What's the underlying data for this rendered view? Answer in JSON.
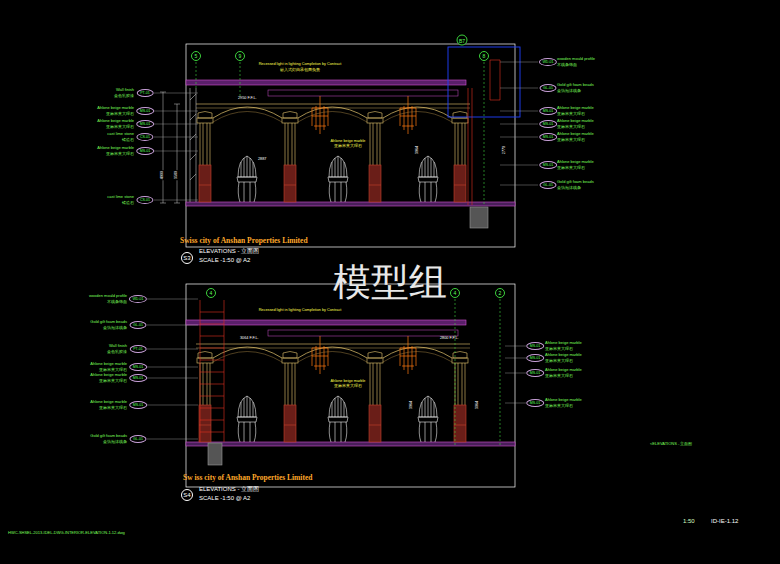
{
  "diagram": {
    "nodes": [
      {
        "text": [
          "S3"
        ]
      },
      {
        "text": [
          "S4"
        ]
      },
      {
        "text": [
          "5"
        ]
      },
      {
        "text": [
          "9"
        ]
      },
      {
        "text": [
          "B7"
        ]
      },
      {
        "text": [
          "8"
        ]
      },
      {
        "text": [
          "4"
        ]
      },
      {
        "text": [
          "4"
        ]
      },
      {
        "text": [
          "2"
        ]
      },
      {
        "text": [
          "PT-01"
        ]
      },
      {
        "text": [
          "MS-01"
        ]
      },
      {
        "text": [
          "MS-01"
        ]
      },
      {
        "text": [
          "CS-01"
        ]
      },
      {
        "text": [
          "MS-01"
        ]
      },
      {
        "text": [
          "CS-01"
        ]
      },
      {
        "text": [
          "WD-01"
        ]
      },
      {
        "text": [
          "GL-01"
        ]
      },
      {
        "text": [
          "MS-01"
        ]
      },
      {
        "text": [
          "MS-01"
        ]
      },
      {
        "text": [
          "MS-01"
        ]
      },
      {
        "text": [
          "MS-01"
        ]
      },
      {
        "text": [
          "GL-01"
        ]
      },
      {
        "text": [
          "WD-01"
        ]
      },
      {
        "text": [
          "GL-01"
        ]
      },
      {
        "text": [
          "PT-01"
        ]
      },
      {
        "text": [
          "MS-01"
        ]
      },
      {
        "text": [
          "MS-01"
        ]
      },
      {
        "text": [
          "MS-01"
        ]
      },
      {
        "text": [
          "GL-01"
        ]
      },
      {
        "text": [
          "MS-01"
        ]
      },
      {
        "text": [
          "MS-01"
        ]
      },
      {
        "text": [
          "MS-01"
        ]
      },
      {
        "text": [
          "MS-01"
        ]
      }
    ],
    "labels": [
      "Wall finish",
      "金色乳胶漆",
      "Ahlone beige marble",
      "亚麻米黄大理石",
      "Ahlone beige marble",
      "亚麻米黄大理石",
      "cast lime stone",
      "铸造石",
      "Ahlone beige marble",
      "亚麻米黄大理石",
      "cast lime stone",
      "铸造石",
      "wooden mould profile",
      "木线条饰面",
      "Gold gilt foam beads",
      "金箔泡沫线条",
      "Ahlone beige marble",
      "亚麻米黄大理石",
      "Ahlone beige marble",
      "亚麻米黄大理石",
      "Ahlone beige marble",
      "亚麻米黄大理石",
      "Ahlone beige marble",
      "亚麻米黄大理石",
      "Gold gilt foam beads",
      "金箔泡沫线条",
      "wooden mould profile",
      "木线条饰面",
      "Gold gilt foam beads",
      "金箔泡沫线条",
      "Wall finish",
      "金色乳胶漆",
      "Ahlone beige marble",
      "亚麻米黄大理石",
      "Ahlone beige marble",
      "亚麻米黄大理石",
      "Ahlone beige marble",
      "亚麻米黄大理石",
      "Gold gilt foam beads",
      "金箔泡沫线条",
      "Ahlone beige marble",
      "亚麻米黄大理石",
      "Ahlone beige marble",
      "亚麻米黄大理石",
      "Ahlone beige marble",
      "亚麻米黄大理石",
      "Ahlone beige marble",
      "亚麻米黄大理石",
      "Swiss city of Anshan Properties Limited",
      "ELEVATIONS - 立面图",
      "SCALE -1:50 @ A2",
      "Sw iss city of Anshan Properties Limited",
      "ELEVATIONS - 立面图",
      "SCALE -1:50 @ A2",
      "模型组",
      "1:50",
      "ID-IE-1.12",
      "<ELEVATIONS - 立面图",
      "HWC-SHSEL-2013-IDEL-DWG-INTERIOR-ELEVATION-1.12.dwg",
      "Recessed light in lighting Completion by Contract",
      "嵌入式灯由承包商负责",
      "2950 F.F.L.",
      "Ahlone beige marble",
      "亚麻米黄大理石",
      "4900",
      "3580",
      "2887",
      "3964",
      "2770",
      "Recessed light in lighting Completion by Contract",
      "3064 F.F.L.",
      "2800 F.F.L.",
      "Ahlone beige marble",
      "亚麻米黄大理石",
      "3964",
      "3064"
    ]
  }
}
